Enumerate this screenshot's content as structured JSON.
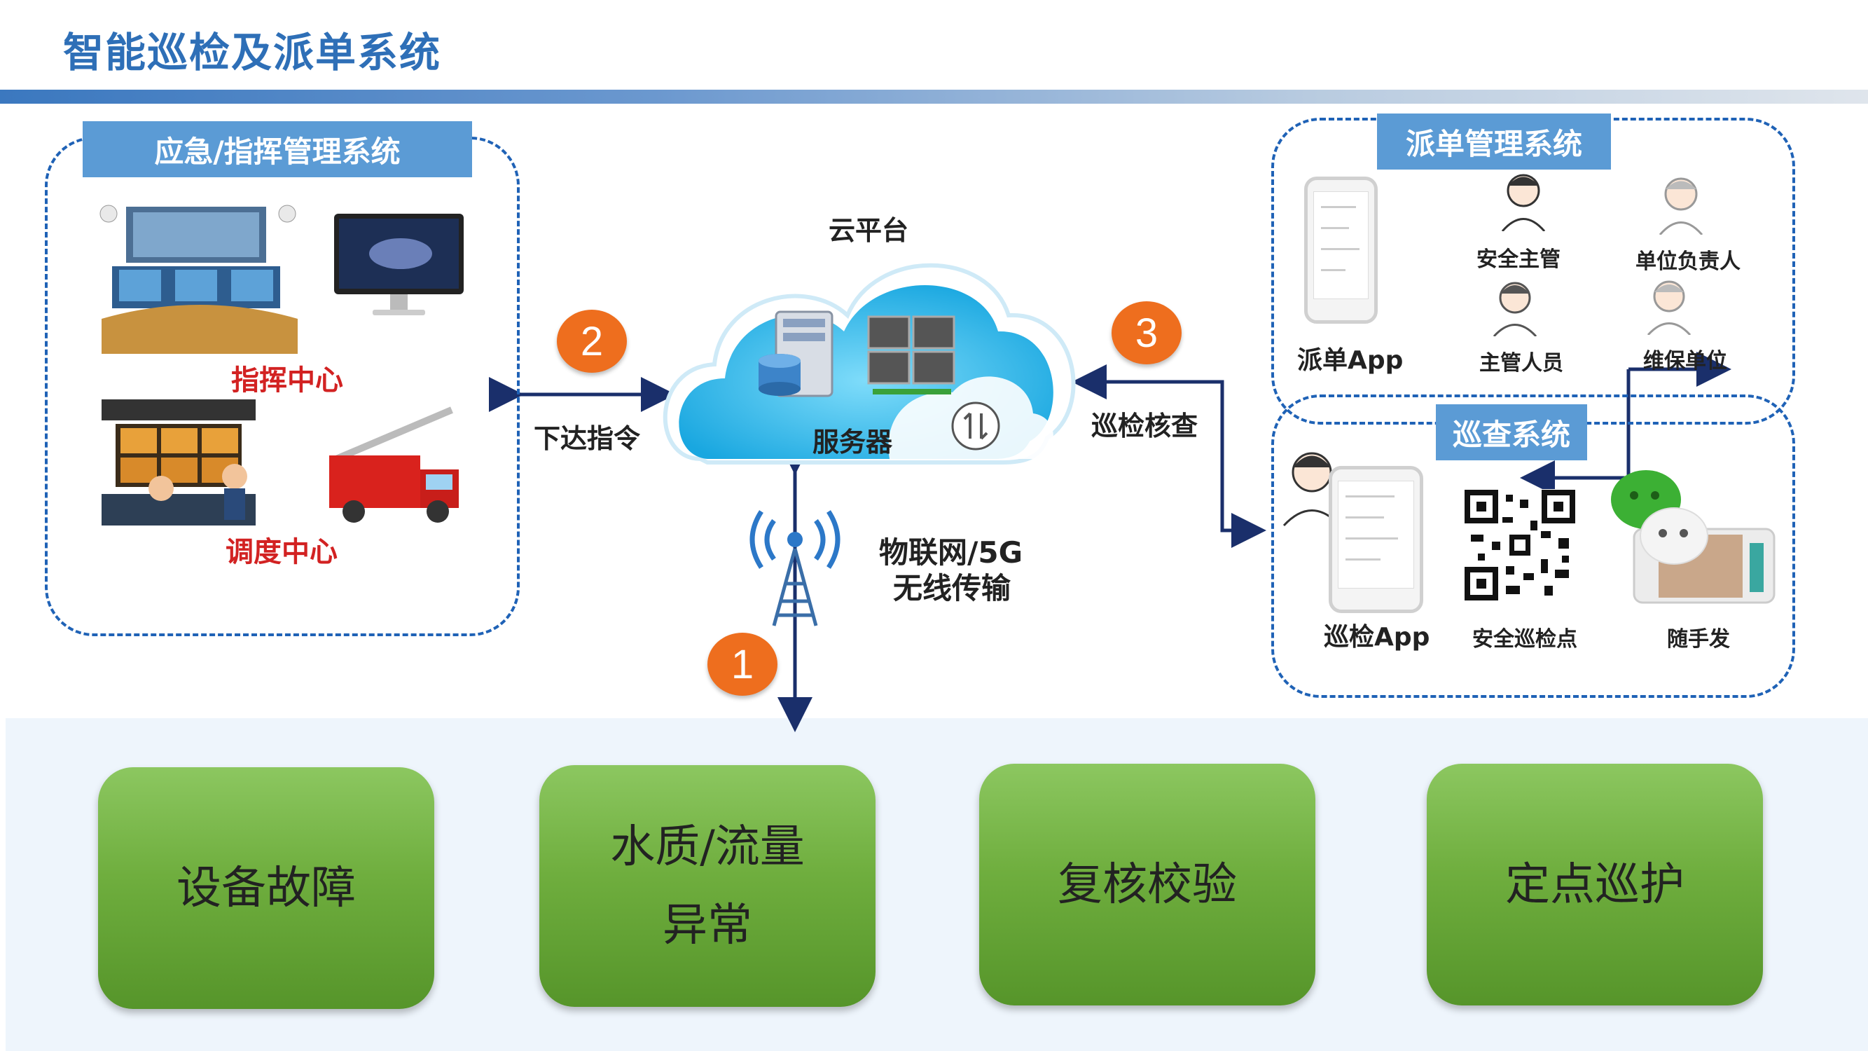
{
  "title": "智能巡检及派单系统",
  "left_group": {
    "tag": "应急/指挥管理系统",
    "command_center": "指挥中心",
    "dispatch_center": "调度中心"
  },
  "cloud": {
    "label": "云平台",
    "server_label": "服务器"
  },
  "arrows": {
    "issue_command": "下达指令",
    "patrol_check": "巡检核查",
    "iot_line1": "物联网/5G",
    "iot_line2": "无线传输"
  },
  "steps": [
    "1",
    "2",
    "3"
  ],
  "dispatch_group": {
    "tag": "派单管理系统",
    "app": "派单App",
    "roles": [
      "安全主管",
      "单位负责人",
      "主管人员",
      "维保单位"
    ]
  },
  "patrol_group": {
    "tag": "巡查系统",
    "app": "巡检App",
    "qr_point": "安全巡检点",
    "casual": "随手发"
  },
  "categories": [
    "设备故障",
    "水质/流量\n异常",
    "复核校验",
    "定点巡护"
  ],
  "colors": {
    "title": "#2e6fb7",
    "tag_bg": "#5b9bd5",
    "dashed_border": "#1f62b6",
    "step_orange": "#ee6e1e",
    "green_box": "#6fae3e",
    "arrow": "#1a2f6b"
  }
}
